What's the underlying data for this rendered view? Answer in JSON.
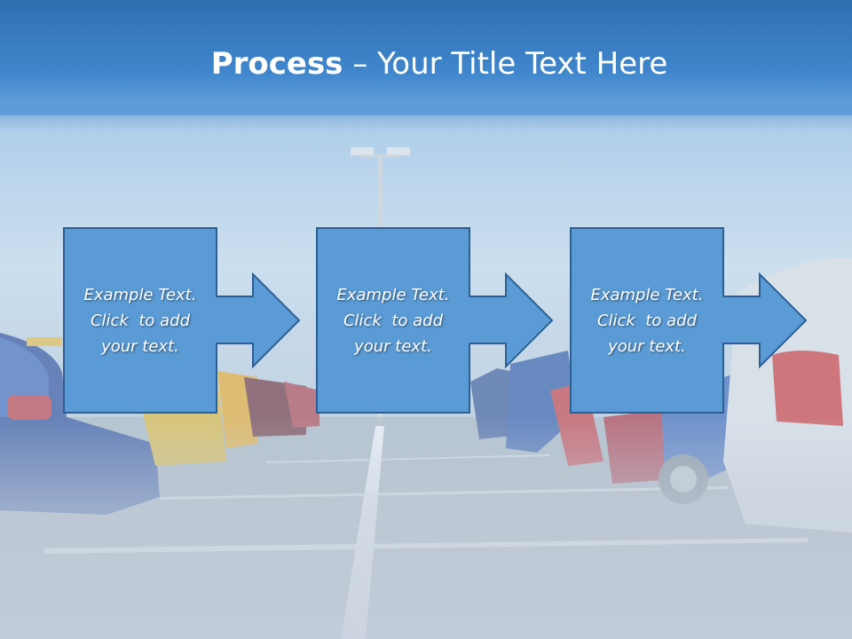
{
  "slide": {
    "title_bold": "Process",
    "title_rest": " – Your Title Text Here"
  },
  "process": {
    "steps": [
      {
        "text_line1": "Example Text.",
        "text_line2": "Click  to add",
        "text_line3": "your text."
      },
      {
        "text_line1": "Example Text.",
        "text_line2": "Click  to add",
        "text_line3": "your text."
      },
      {
        "text_line1": "Example Text.",
        "text_line2": "Click  to add",
        "text_line3": "your text."
      }
    ]
  },
  "colors": {
    "header_blue": "#3f86cc",
    "box_fill": "#5b9bd5",
    "box_border": "#2c5f94",
    "text": "#ffffff"
  }
}
